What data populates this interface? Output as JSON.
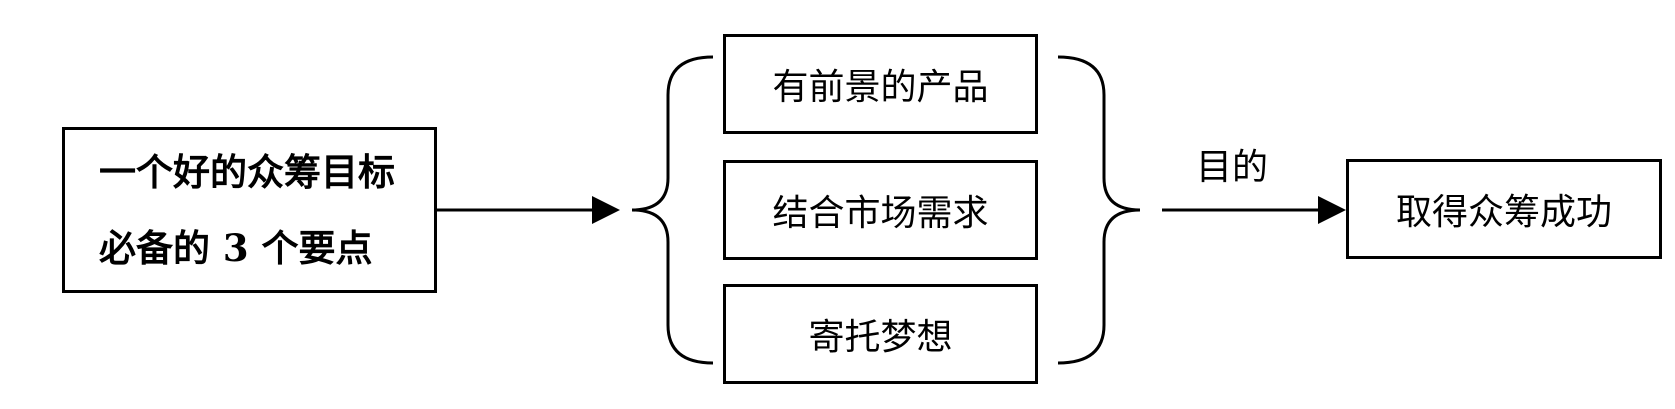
{
  "source": {
    "line1": "一个好的众筹目标",
    "line2": "必备的 3 个要点"
  },
  "points": [
    {
      "label": "有前景的产品"
    },
    {
      "label": "结合市场需求"
    },
    {
      "label": "寄托梦想"
    }
  ],
  "purpose_label": "目的",
  "result": {
    "label": "取得众筹成功"
  },
  "colors": {
    "stroke": "#000000",
    "background": "#ffffff"
  }
}
